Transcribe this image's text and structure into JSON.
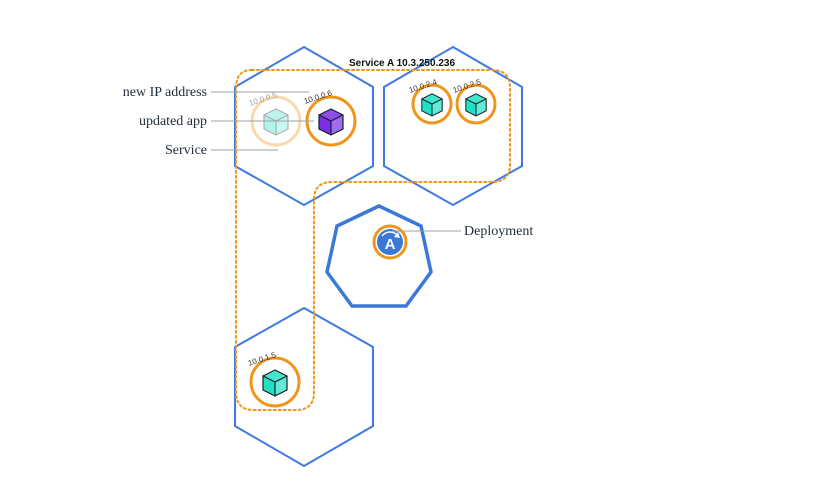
{
  "service": {
    "title": "Service A 10.3.250.236"
  },
  "annotations": {
    "new_ip": "new IP address",
    "updated_app": "updated app",
    "service": "Service",
    "deployment": "Deployment"
  },
  "pods": {
    "old_pod_ip": "10.0.0.5",
    "new_pod_ip": "10.0.0.6",
    "node2_pod1_ip": "10.0.2.4",
    "node2_pod2_ip": "10.0.2.5",
    "node3_pod_ip": "10.0.1.5"
  },
  "deployment": {
    "icon_letter": "A"
  },
  "colors": {
    "node_border": "#3f7ae0",
    "pod_ring": "#f0951b",
    "service_line": "#f0951b",
    "pod_cube": "#22e0c4",
    "updated_cube": "#7b2ee6",
    "deployment_fill": "#3b78d8"
  }
}
